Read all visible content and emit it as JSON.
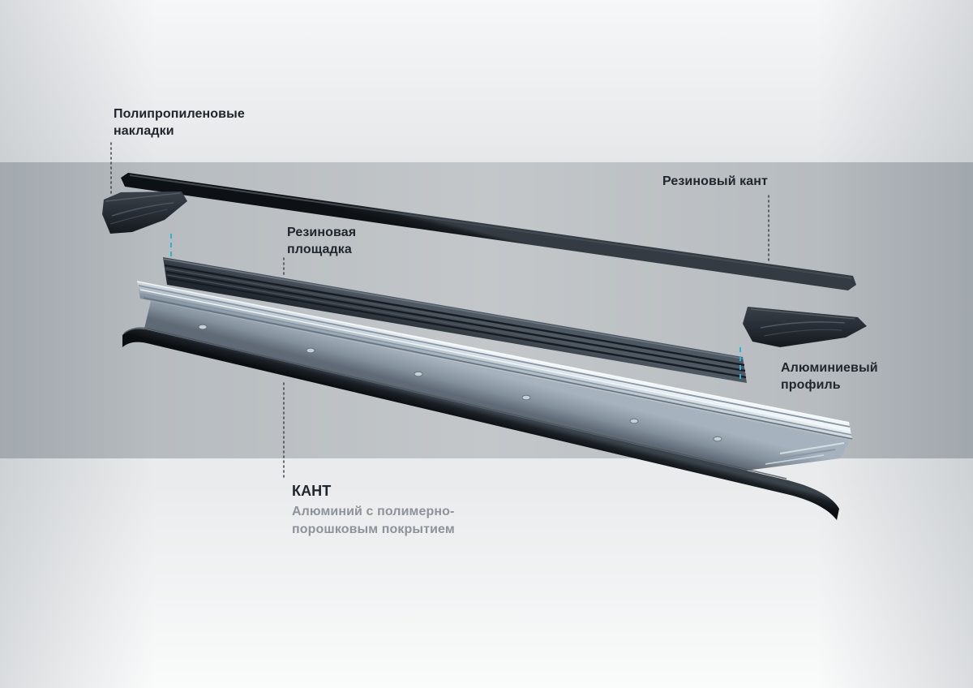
{
  "labels": {
    "pp_pads_line1": "Полипропиленовые",
    "pp_pads_line2": "накладки",
    "rubber_edge": "Резиновый кант",
    "rubber_platform_line1": "Резиновая",
    "rubber_platform_line2": "площадка",
    "aluminum_profile_line1": "Алюминиевый",
    "aluminum_profile_line2": "профиль",
    "kant_title": "КАНТ",
    "kant_sub_line1": "Алюминий с полимерно-",
    "kant_sub_line2": "порошковым покрытием"
  },
  "colors": {
    "accent_cyan": "#29b4d6",
    "label_text": "#20262d",
    "label_subtext": "#8d939a",
    "band_gray": "#bcc0c4"
  },
  "parts": [
    "rubber-edging-strip",
    "polypropylene-pad-left",
    "rubber-platform",
    "aluminum-profile",
    "polypropylene-pad-right",
    "kant-edge-strip"
  ]
}
